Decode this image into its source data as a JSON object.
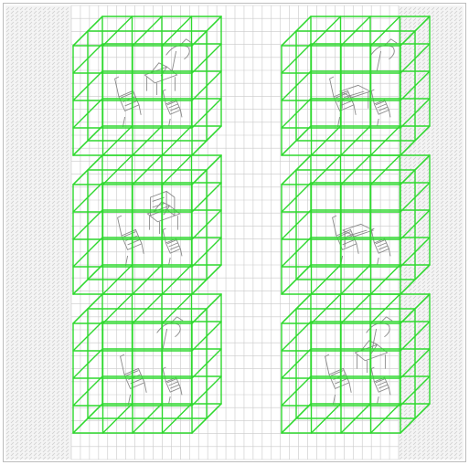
{
  "figure": {
    "background": "#ffffff",
    "frame_color": "#bdbdbd",
    "grid_color": "#c9c9c9",
    "hatch_color": "#cfcfcf",
    "cube_color": "#2fd92f",
    "sketch_color": "#8a8a8a",
    "grid_columns": 36,
    "grid_rows": 35
  },
  "panels": [
    {
      "id": "top-left",
      "row": 0,
      "col": 0,
      "furniture": [
        "chair",
        "desk",
        "lamp"
      ]
    },
    {
      "id": "top-right",
      "row": 0,
      "col": 1,
      "furniture": [
        "chair",
        "table",
        "lamp"
      ]
    },
    {
      "id": "middle-left",
      "row": 1,
      "col": 0,
      "furniture": [
        "chair",
        "desk",
        "cabinet"
      ]
    },
    {
      "id": "middle-right",
      "row": 1,
      "col": 1,
      "furniture": [
        "chair",
        "table"
      ]
    },
    {
      "id": "bottom-left",
      "row": 2,
      "col": 0,
      "furniture": [
        "chair",
        "lamp"
      ]
    },
    {
      "id": "bottom-right",
      "row": 2,
      "col": 1,
      "furniture": [
        "chair",
        "desk",
        "lamp"
      ]
    }
  ]
}
